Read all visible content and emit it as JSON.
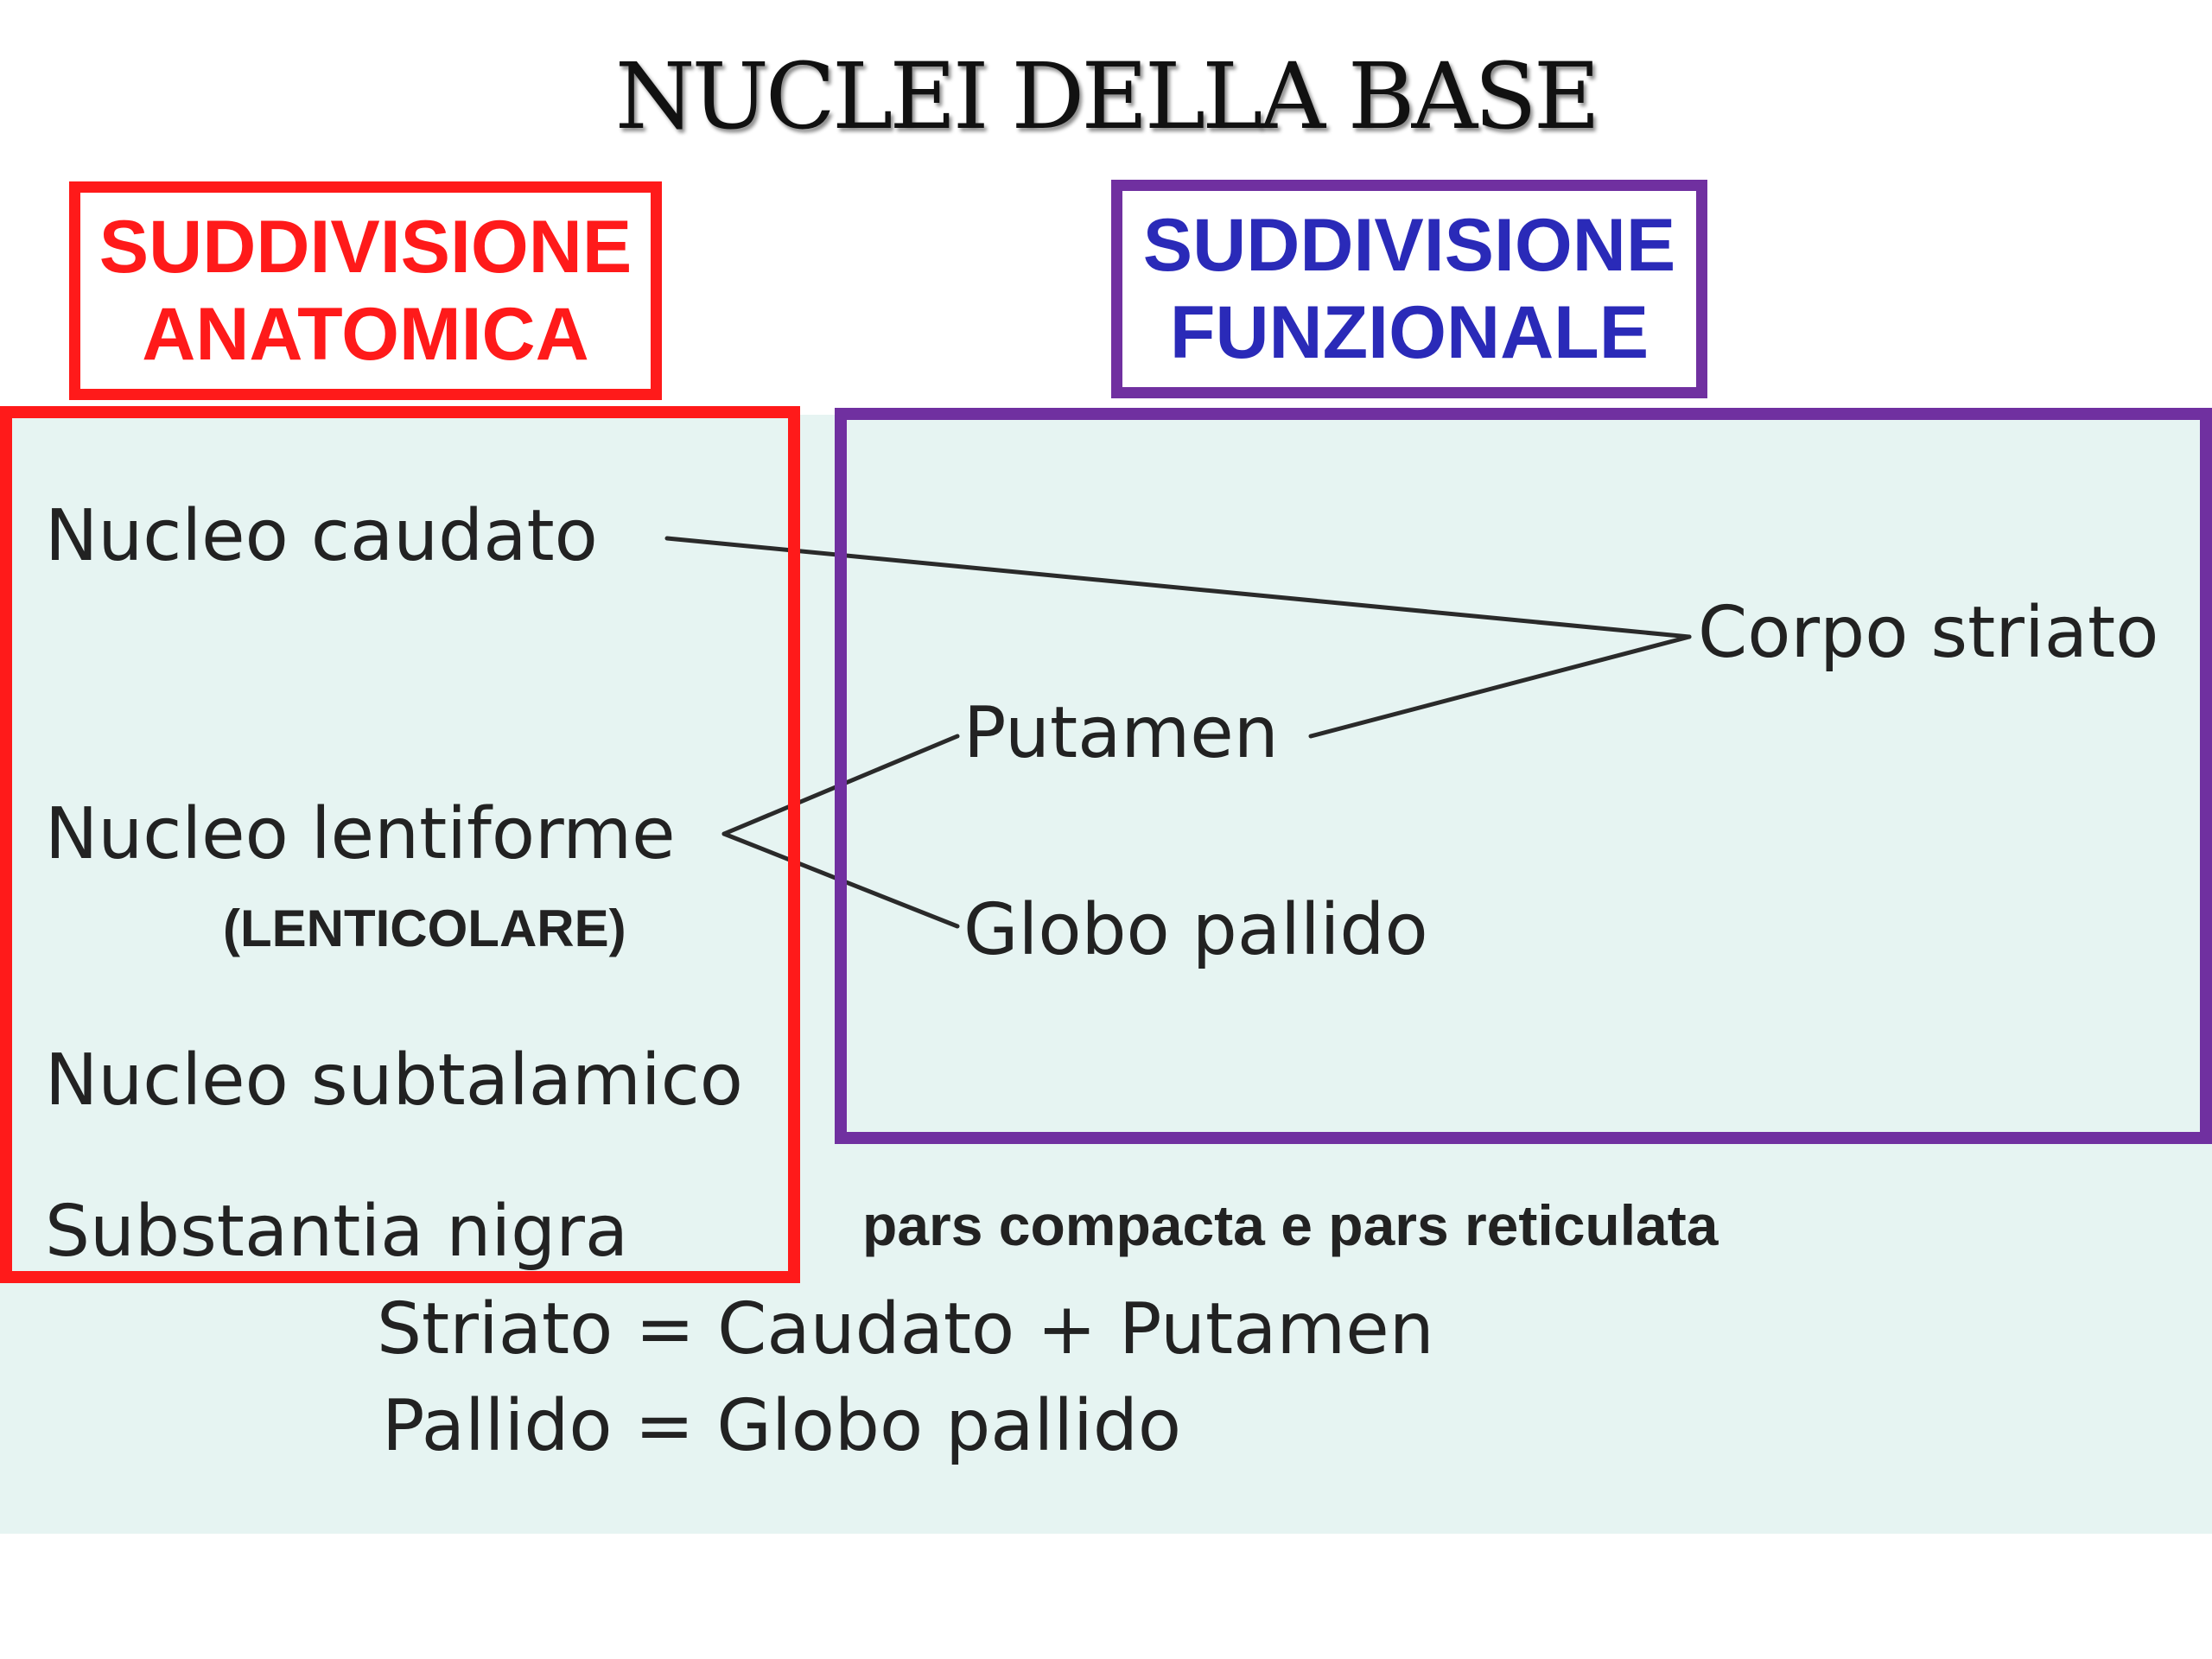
{
  "title": "NUCLEI DELLA BASE",
  "headers": {
    "anatomical": [
      "SUDDIVISIONE",
      "ANATOMICA"
    ],
    "functional": [
      "SUDDIVISIONE",
      "FUNZIONALE"
    ]
  },
  "anatomical_items": {
    "caudato": "Nucleo caudato",
    "lentiforme": "Nucleo lentiforme",
    "lenticolare": "(LENTICOLARE)",
    "subtalamico": "Nucleo subtalamico",
    "nigra": "Substantia nigra"
  },
  "functional_items": {
    "putamen": "Putamen",
    "globo": "Globo pallido",
    "corpo": "Corpo striato"
  },
  "nigra_note": "pars compacta e pars reticulata",
  "equations": {
    "striato": "Striato = Caudato + Putamen",
    "pallido": "Pallido = Globo pallido"
  },
  "colors": {
    "anatomical": "#ff1a1a",
    "functional_border": "#7030a0",
    "functional_text": "#2a2ab8",
    "panel_bg": "#e6f4f2"
  }
}
